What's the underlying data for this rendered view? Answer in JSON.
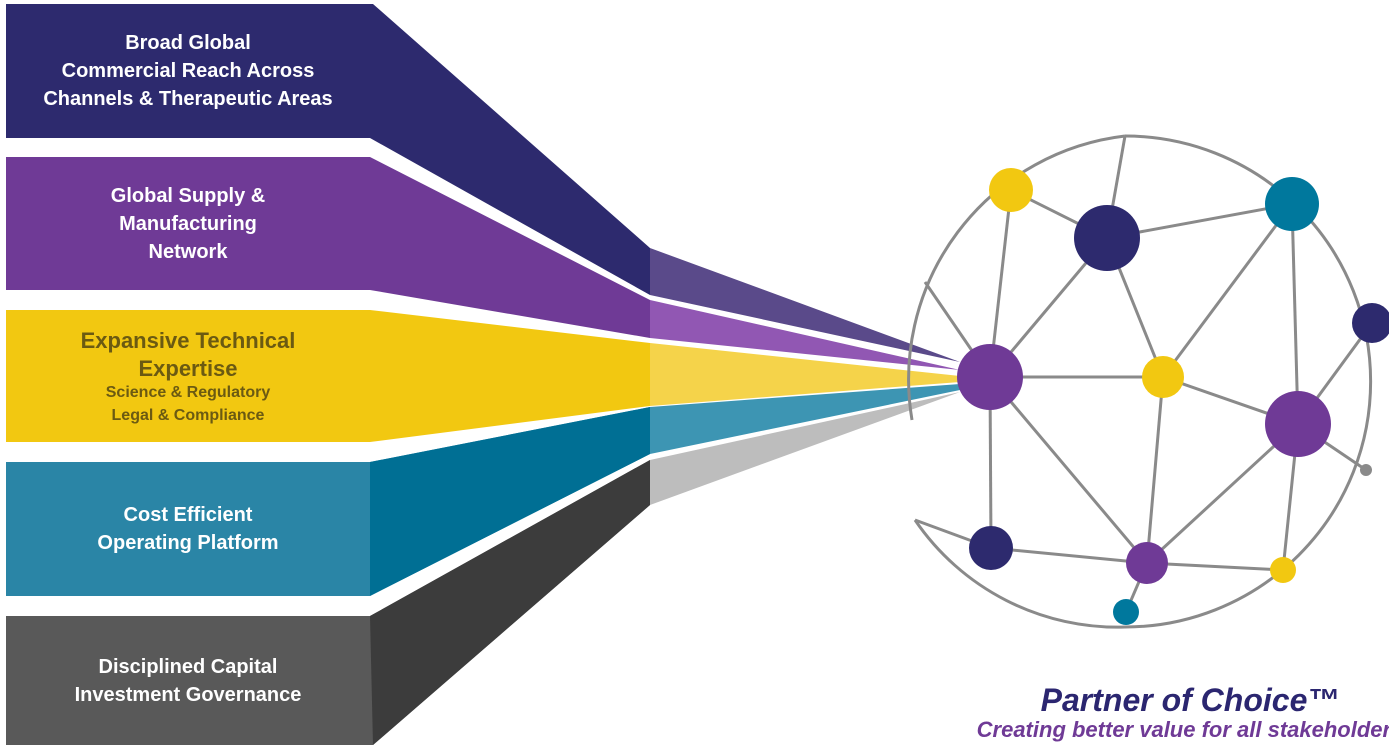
{
  "pillars": [
    {
      "lines": [
        "Broad Global",
        "Commercial Reach Across",
        "Channels & Therapeutic Areas"
      ],
      "sub": [],
      "color": "#2d2a6e"
    },
    {
      "lines": [
        "Global Supply &",
        "Manufacturing",
        "Network"
      ],
      "sub": [],
      "color": "#6f3a96"
    },
    {
      "lines": [
        "Expansive Technical",
        "Expertise"
      ],
      "sub": [
        "Science & Regulatory",
        "Legal & Compliance"
      ],
      "color": "#f2c811"
    },
    {
      "lines": [
        "Cost Efficient",
        "Operating Platform"
      ],
      "sub": [],
      "color": "#006f94"
    },
    {
      "lines": [
        "Disciplined Capital",
        "Investment Governance"
      ],
      "sub": [],
      "color": "#404040"
    }
  ],
  "brand": {
    "title": "Partner of Choice™",
    "tagline": "Creating better value for all stakeholders"
  },
  "palette": {
    "navy": "#2d2a6e",
    "purple": "#6f3a96",
    "yellow": "#f2c811",
    "teal": "#006f94",
    "gray": "#404040",
    "line": "#8a8a8a"
  }
}
